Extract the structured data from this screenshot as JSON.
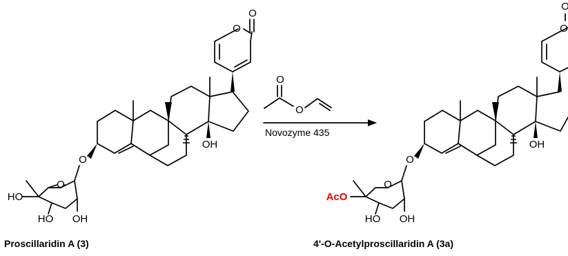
{
  "scheme": {
    "left": {
      "name": "Proscillaridin A (3)",
      "labels": {
        "ketone_o": "O",
        "ring_o": "O",
        "oh14": "OH",
        "glyco_o": "O",
        "sugar_ring_o": "O",
        "ho4": "HO",
        "ho3": "HO",
        "oh2": "OH"
      }
    },
    "right": {
      "name": "4'-O-Acetylproscillaridin A (3a)",
      "labels": {
        "ketone_o": "O",
        "ring_o": "O",
        "oh14": "OH",
        "glyco_o": "O",
        "sugar_ring_o": "O",
        "aco": "AcO",
        "ho3": "HO",
        "oh2": "OH"
      }
    },
    "reagent": {
      "carbonyl_o": "O",
      "ester_o": "O",
      "catalyst": "Novozyme 435"
    },
    "colors": {
      "highlight": "#e60000",
      "ink": "#000000"
    }
  }
}
